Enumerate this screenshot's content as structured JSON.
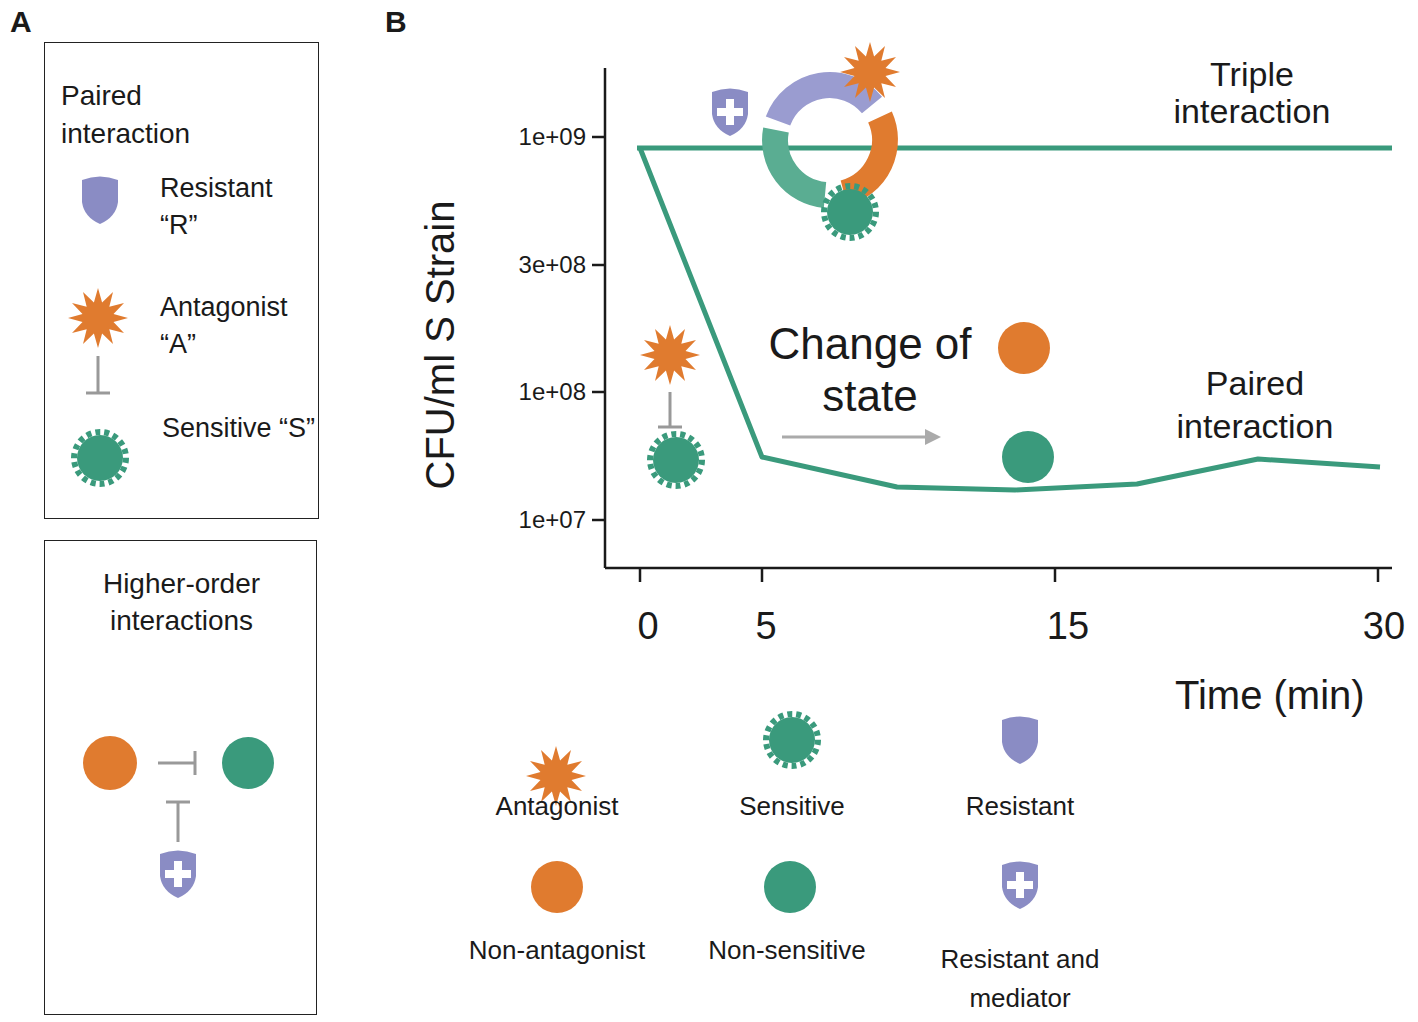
{
  "diagram": {
    "nodes": [
      {
        "text": [
          "Paired interaction"
        ]
      },
      {
        "text": [
          "Higher-order interactions"
        ]
      }
    ],
    "labels": [
      "A",
      "B",
      "Resistant “R”",
      "Antagonist “A”",
      "Sensitive “S”",
      "1e+09",
      "3e+08",
      "1e+08",
      "1e+07",
      "CFU/ml S Strain",
      "0",
      "5",
      "15",
      "30",
      "Time (min)",
      "Triple interaction",
      "Change of state",
      "Paired interaction"
    ],
    "legend": [
      {
        "text": "Antagonist"
      },
      {
        "text": "Sensitive"
      },
      {
        "text": "Resistant"
      },
      {
        "text": "Non-antagonist"
      },
      {
        "text": "Non-sensitive"
      },
      {
        "text": "Resistant and mediator"
      }
    ]
  }
}
